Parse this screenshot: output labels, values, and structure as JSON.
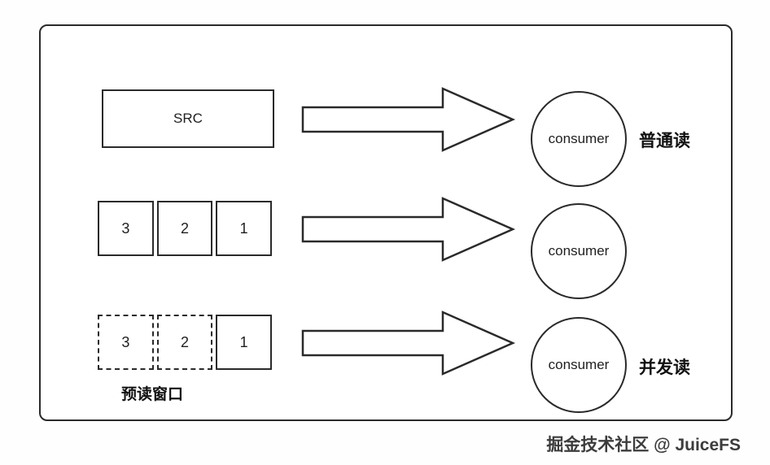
{
  "rows": [
    {
      "source_label": "SRC",
      "consumer_label": "consumer",
      "annotation": "普通读"
    },
    {
      "blocks": [
        "3",
        "2",
        "1"
      ],
      "consumer_label": "consumer"
    },
    {
      "blocks": [
        "3",
        "2",
        "1"
      ],
      "consumer_label": "consumer",
      "annotation": "并发读",
      "window_label": "预读窗口"
    }
  ],
  "watermark": "掘金技术社区 @ JuiceFS"
}
